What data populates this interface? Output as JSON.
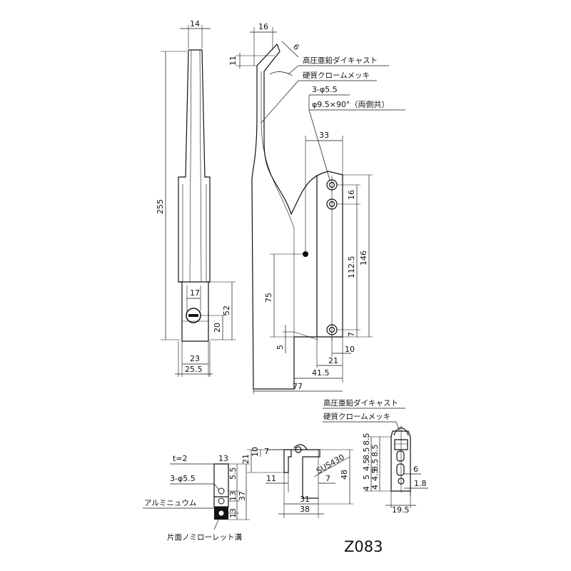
{
  "labels": {
    "material_top_1": "高圧亜鉛ダイキャスト",
    "material_top_2": "硬質クロームメッキ",
    "holes_main": "3-φ5.5",
    "countersink": "φ9.5×90°（両側共）",
    "material_bottom_1": "高圧亜鉛ダイキャスト",
    "material_bottom_2": "硬質クロームメッキ",
    "thickness": "t=2",
    "holes_plate": "3-φ5.5",
    "aluminium": "アルミニュウム",
    "roulette": "片面ノミローレット溝",
    "sus": "SUS430",
    "model": "Z083"
  },
  "dims": {
    "d14": "14",
    "d16": "16",
    "d6": "6",
    "d11": "11",
    "d255": "255",
    "d17": "17",
    "d52": "52",
    "d20": "20",
    "d23": "23",
    "d25_5": "25.5",
    "d33": "33",
    "d16b": "16",
    "d112_5": "112.5",
    "d146": "146",
    "d75": "75",
    "d5": "5",
    "d7": "7",
    "d21": "21",
    "d10": "10",
    "d41_5": "41.5",
    "d77": "77",
    "p13a": "13",
    "p5_5": "5.5",
    "p13b": "13",
    "p13c": "13",
    "p37": "37",
    "c21": "21",
    "c10": "10",
    "c7": "7",
    "c11": "11",
    "c7b": "7",
    "c48": "48",
    "c31": "31",
    "c38": "38",
    "s8_5a": "8.5",
    "s8_5b": "8.5",
    "s4_5": "4.5",
    "s5": "5",
    "s4": "4",
    "s8_5c": "8.5",
    "s8_5d": "8.5",
    "s4_5b": "4.5",
    "s4b": "4",
    "s6": "6",
    "s1_8": "1.8",
    "s19_5": "19.5"
  }
}
